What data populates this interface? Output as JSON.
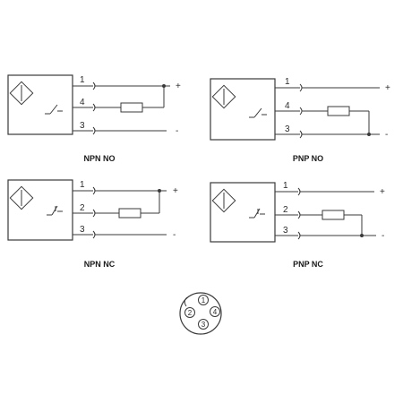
{
  "diagrams": [
    {
      "id": "npn-no",
      "title": "NPN NO",
      "pins": [
        {
          "num": "1",
          "sign": "+"
        },
        {
          "num": "4",
          "sign": ""
        },
        {
          "num": "3",
          "sign": "-"
        }
      ]
    },
    {
      "id": "pnp-no",
      "title": "PNP NO",
      "pins": [
        {
          "num": "1",
          "sign": "+"
        },
        {
          "num": "4",
          "sign": ""
        },
        {
          "num": "3",
          "sign": "-"
        }
      ]
    },
    {
      "id": "npn-nc",
      "title": "NPN NC",
      "pins": [
        {
          "num": "1",
          "sign": "+"
        },
        {
          "num": "2",
          "sign": ""
        },
        {
          "num": "3",
          "sign": "-"
        }
      ]
    },
    {
      "id": "pnp-nc",
      "title": "PNP NC",
      "pins": [
        {
          "num": "1",
          "sign": "+"
        },
        {
          "num": "2",
          "sign": ""
        },
        {
          "num": "3",
          "sign": "-"
        }
      ]
    }
  ],
  "connector": {
    "pins": [
      "1",
      "2",
      "4",
      "3"
    ]
  }
}
